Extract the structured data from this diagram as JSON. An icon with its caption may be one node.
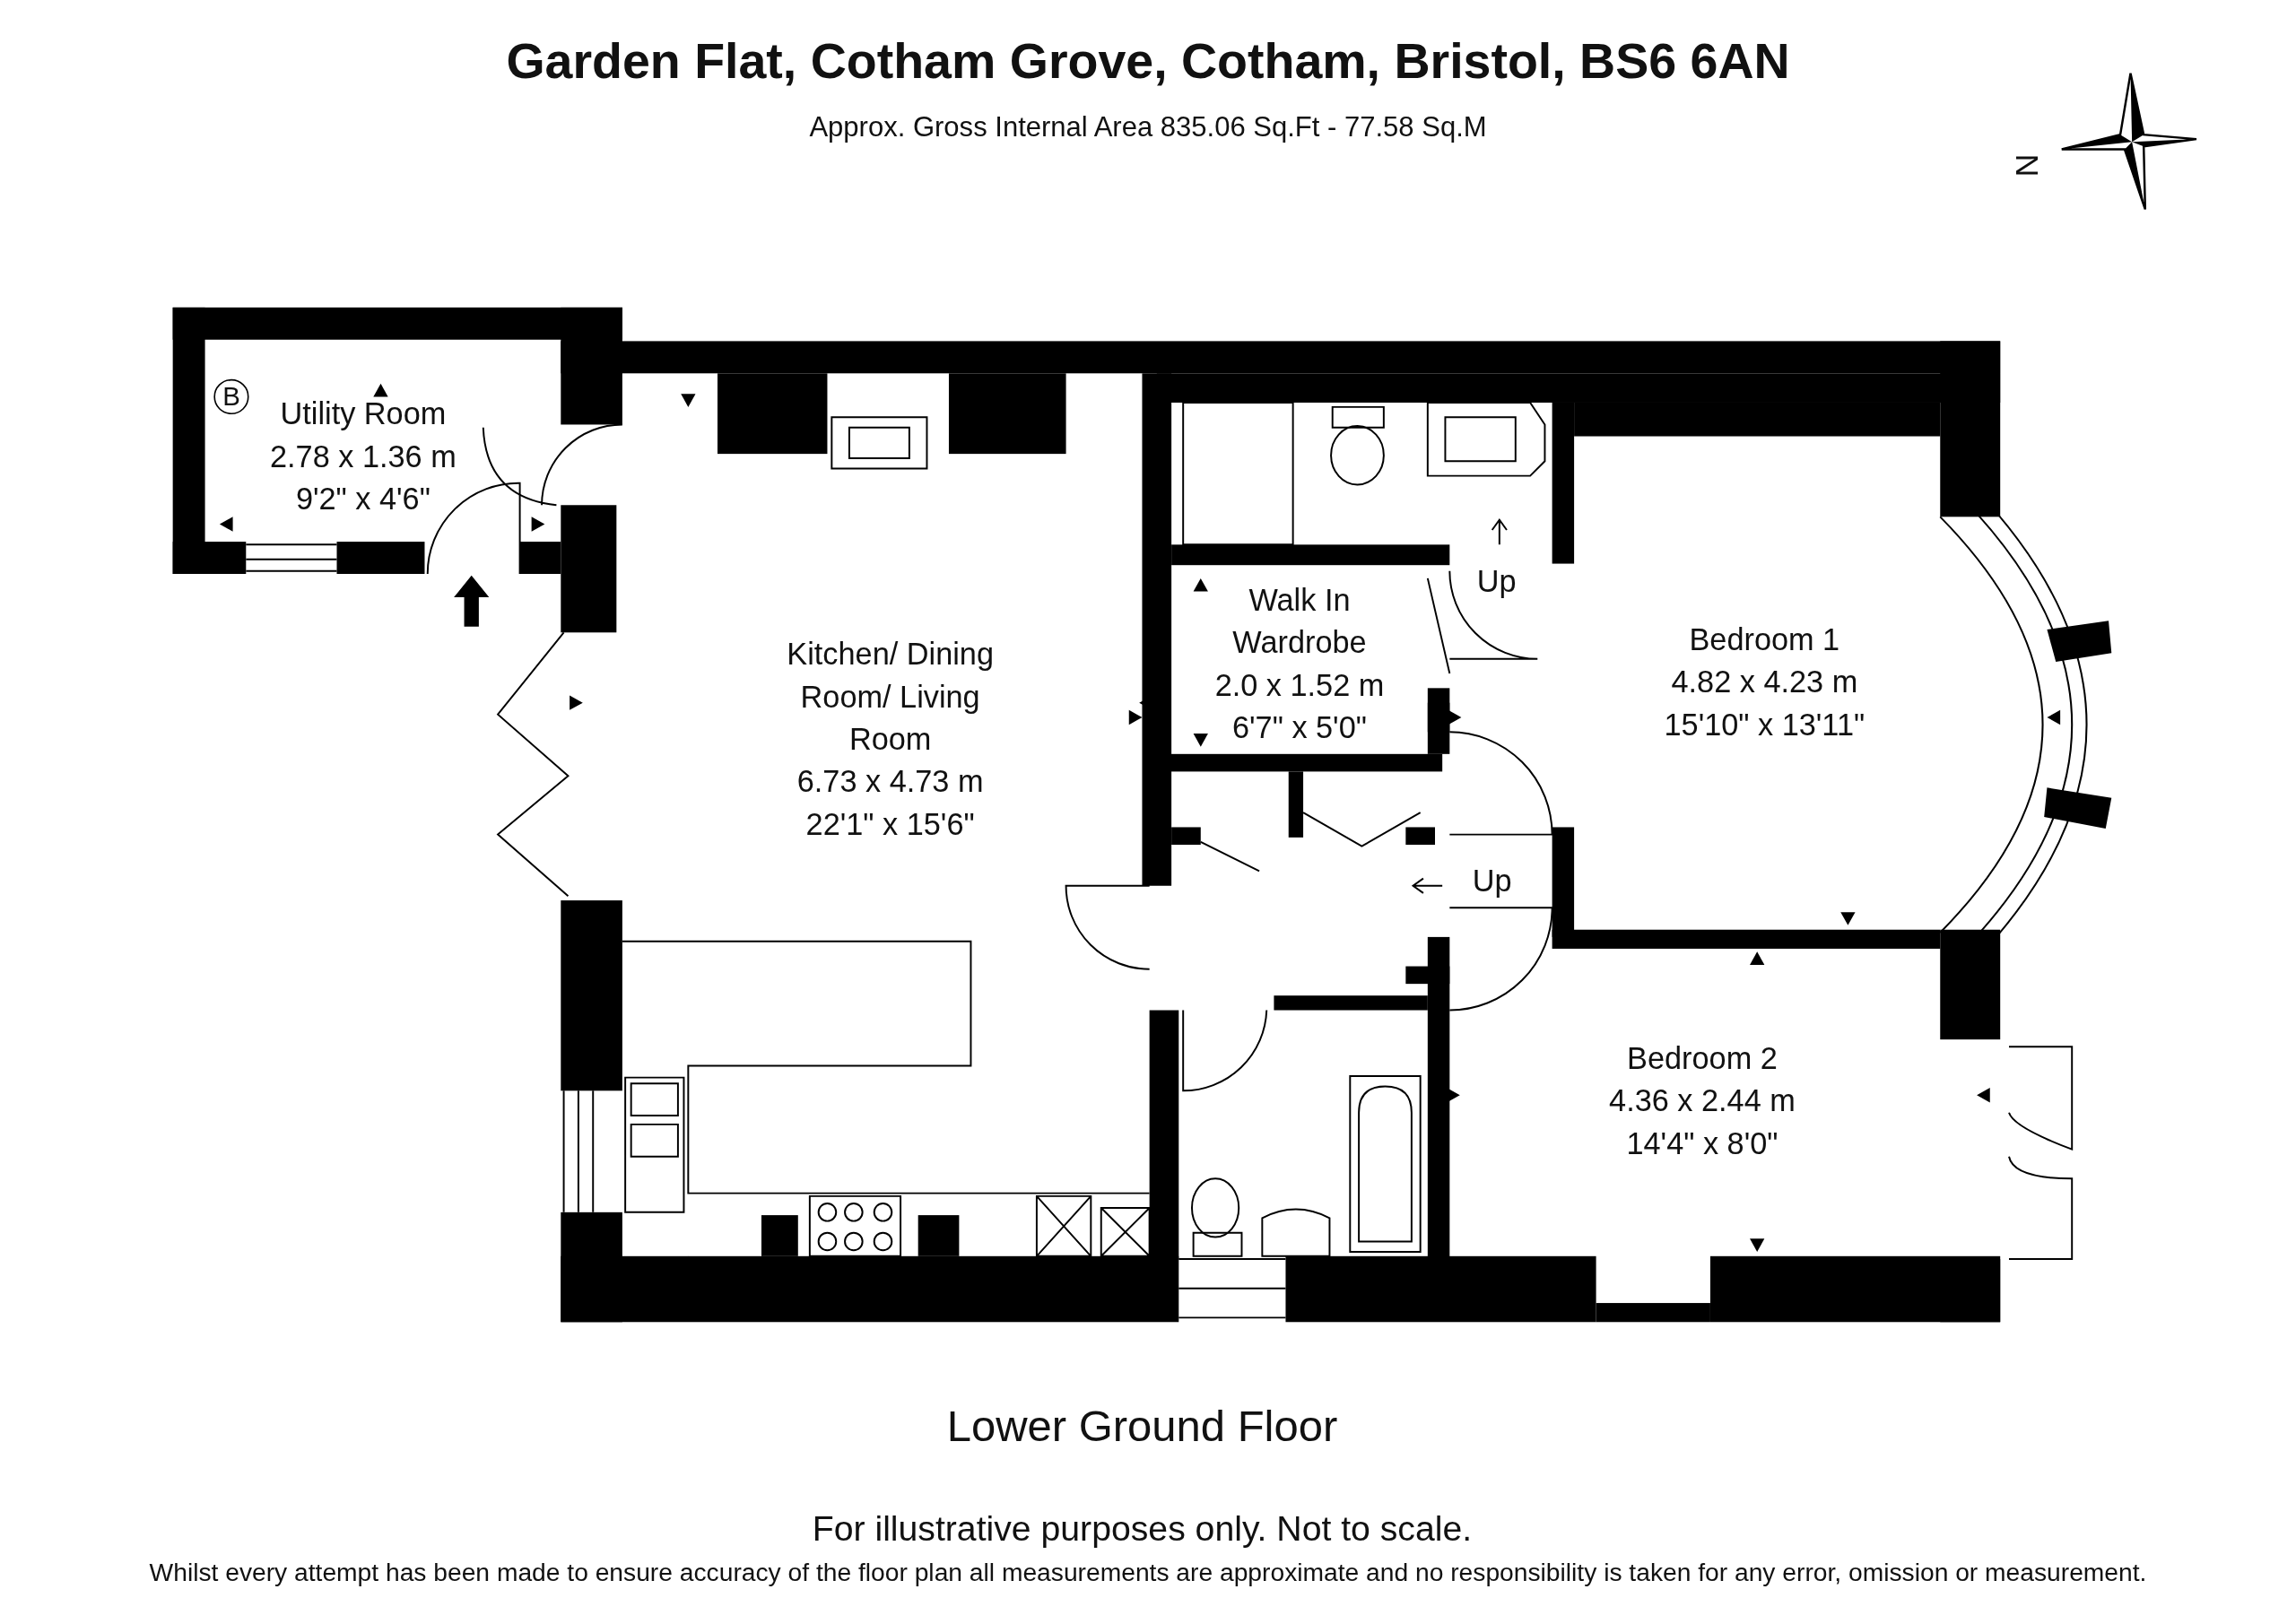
{
  "diagram": {
    "title": "Garden Flat, Cotham Grove, Cotham, Bristol, BS6 6AN",
    "nodes": [
      {
        "text": [
          "Utility Room",
          "2.78 x 1.36 m",
          "9'2\" x 4'6\""
        ]
      },
      {
        "text": [
          "Kitchen/ Dining Room/ Living Room",
          "6.73 x 4.73 m",
          "22'1\" x 15'6\""
        ]
      },
      {
        "text": [
          "Walk In Wardrobe",
          "2.0 x 1.52 m",
          "6'7\" x 5'0\""
        ]
      },
      {
        "text": [
          "Bedroom 1",
          "4.82 x 4.23 m",
          "15'10\" x 13'11\""
        ]
      },
      {
        "text": [
          "Bedroom 2",
          "4.36 x 2.44 m",
          "14'4\" x 8'0\""
        ]
      }
    ],
    "labels": [
      "Approx. Gross Internal Area 835.06 Sq.Ft - 77.58 Sq.M",
      "N",
      "B",
      "Up",
      "Up",
      "Lower Ground Floor",
      "For illustrative purposes only. Not to scale.",
      "Whilst every attempt has been made to ensure accuracy of the floor plan all measurements are approximate and no responsibility is taken for any error, omission or measurement."
    ]
  }
}
